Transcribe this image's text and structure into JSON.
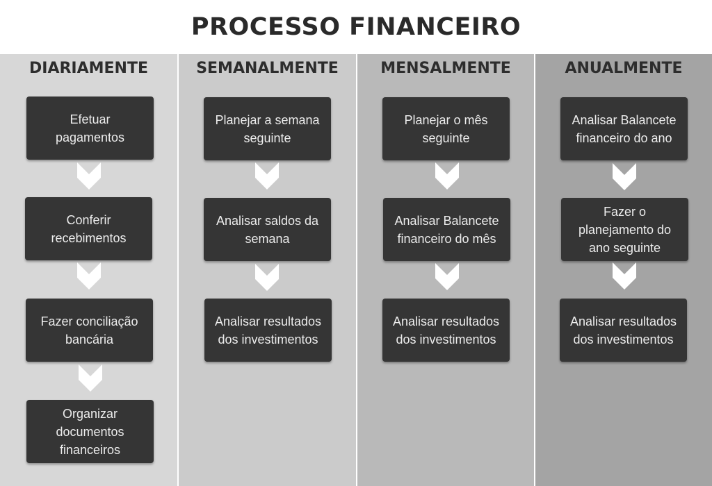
{
  "title": "PROCESSO FINANCEIRO",
  "colors": {
    "box_fill": "#353535",
    "box_text": "#ececec",
    "chevron": "#ffffff",
    "column_backgrounds": [
      "#d7d7d7",
      "#cbcbcb",
      "#b9b9b9",
      "#a4a4a4"
    ]
  },
  "columns": [
    {
      "header": "DIARIAMENTE",
      "steps": [
        "Efetuar\npagamentos",
        "Conferir\nrecebimentos",
        "Fazer conciliação\nbancária",
        "Organizar\ndocumentos\nfinanceiros"
      ]
    },
    {
      "header": "SEMANALMENTE",
      "steps": [
        "Planejar a semana\nseguinte",
        "Analisar saldos da\nsemana",
        "Analisar resultados\ndos investimentos"
      ]
    },
    {
      "header": "MENSALMENTE",
      "steps": [
        "Planejar o mês\nseguinte",
        "Analisar Balancete\nfinanceiro do mês",
        "Analisar resultados\ndos investimentos"
      ]
    },
    {
      "header": "ANUALMENTE",
      "steps": [
        "Analisar Balancete\nfinanceiro do ano",
        "Fazer o\nplanejamento do\nano seguinte",
        "Analisar resultados\ndos investimentos"
      ]
    }
  ]
}
